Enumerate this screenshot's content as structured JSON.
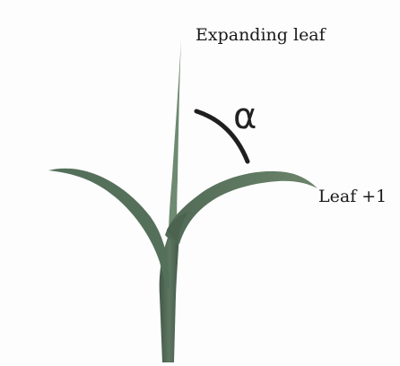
{
  "diagram": {
    "labels": {
      "expanding_leaf": "Expanding leaf",
      "leaf_plus_one": "Leaf +1",
      "angle_symbol": "α"
    },
    "colors": {
      "leaf_green": "#56705a",
      "leaf_light": "#7a9179",
      "stem_dark": "#4a6150",
      "arc": "#1f1f1f"
    },
    "icons": {
      "plant": "maize-seedling-illustration",
      "angle_arc": "angle-arc"
    }
  }
}
